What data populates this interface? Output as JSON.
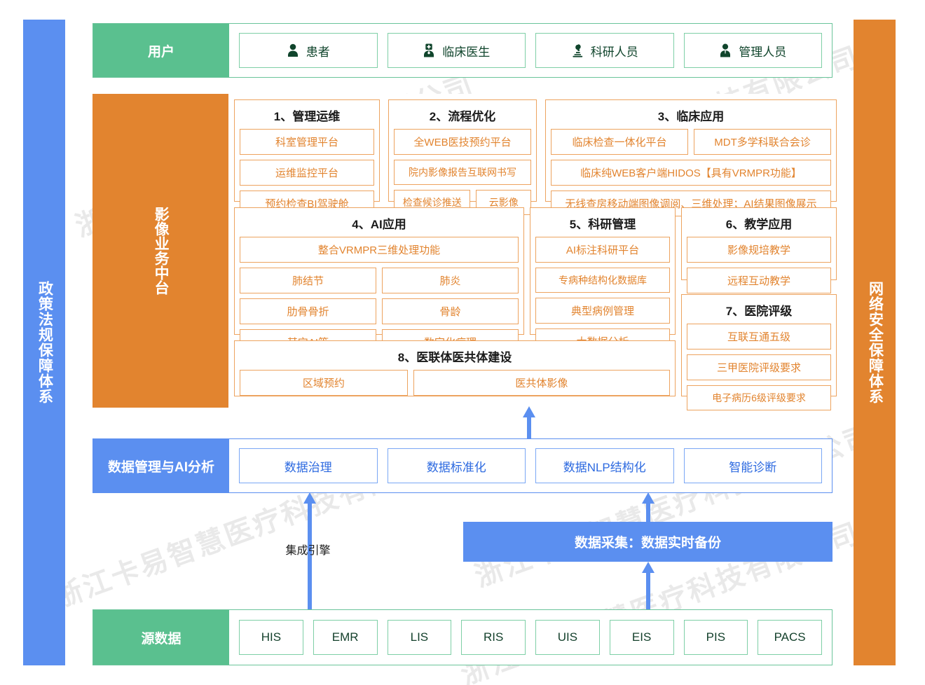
{
  "pillars": {
    "left": "政策法规保障体系",
    "right": "网络安全保障体系"
  },
  "watermark": "浙江卡易智慧医疗科技有限公司",
  "users_band": {
    "label": "用户",
    "items": [
      {
        "icon": "patient-icon",
        "label": "患者"
      },
      {
        "icon": "doctor-icon",
        "label": "临床医生"
      },
      {
        "icon": "microscope-icon",
        "label": "科研人员"
      },
      {
        "icon": "manager-icon",
        "label": "管理人员"
      }
    ]
  },
  "platform_band": {
    "label": "影像业务中台",
    "groups": [
      {
        "id": "group-1",
        "title": "1、管理运维",
        "rows": [
          [
            "科室管理平台"
          ],
          [
            "运维监控平台"
          ],
          [
            "预约检查BI驾驶舱"
          ]
        ]
      },
      {
        "id": "group-2",
        "title": "2、流程优化",
        "rows": [
          [
            "全WEB医技预约平台"
          ],
          [
            "院内影像报告互联网书写"
          ],
          [
            "检查候诊推送",
            "云影像"
          ]
        ]
      },
      {
        "id": "group-3",
        "title": "3、临床应用",
        "rows": [
          [
            "临床检查一体化平台",
            "MDT多学科联合会诊"
          ],
          [
            "临床纯WEB客户端HIDOS【具有VRMPR功能】"
          ],
          [
            "无线查房移动端图像调阅、三维处理；AI结果图像展示"
          ]
        ]
      },
      {
        "id": "group-4",
        "title": "4、AI应用",
        "rows": [
          [
            "整合VRMPR三维处理功能"
          ],
          [
            "肺结节",
            "肺炎"
          ],
          [
            "肋骨骨折",
            "骨龄"
          ],
          [
            "其它AI等",
            "数字化病理"
          ]
        ]
      },
      {
        "id": "group-5",
        "title": "5、科研管理",
        "rows": [
          [
            "AI标注科研平台"
          ],
          [
            "专病种结构化数据库"
          ],
          [
            "典型病例管理"
          ],
          [
            "大数据分析"
          ]
        ]
      },
      {
        "id": "group-6",
        "title": "6、教学应用",
        "rows": [
          [
            "影像规培教学"
          ],
          [
            "远程互动教学"
          ]
        ]
      },
      {
        "id": "group-7",
        "title": "7、医院评级",
        "rows": [
          [
            "互联互通五级"
          ],
          [
            "三甲医院评级要求"
          ],
          [
            "电子病历6级评级要求"
          ]
        ]
      },
      {
        "id": "group-8",
        "title": "8、医联体医共体建设",
        "rows": [
          [
            "区域预约",
            "医共体影像"
          ]
        ]
      }
    ]
  },
  "data_band": {
    "label": "数据管理与AI分析",
    "items": [
      "数据治理",
      "数据标准化",
      "数据NLP结构化",
      "智能诊断"
    ]
  },
  "collection": {
    "label": "数据采集：数据实时备份",
    "integration_label": "集成引擎"
  },
  "source_band": {
    "label": "源数据",
    "items": [
      "HIS",
      "EMR",
      "LIS",
      "RIS",
      "UIS",
      "EIS",
      "PIS",
      "PACS"
    ]
  },
  "colors": {
    "green": "#5ac08f",
    "orange": "#e2842f",
    "blue": "#5b8ff0",
    "orange_border": "#eda35f",
    "green_border": "#7ecfa6",
    "blue_border": "#7aa7f5"
  }
}
